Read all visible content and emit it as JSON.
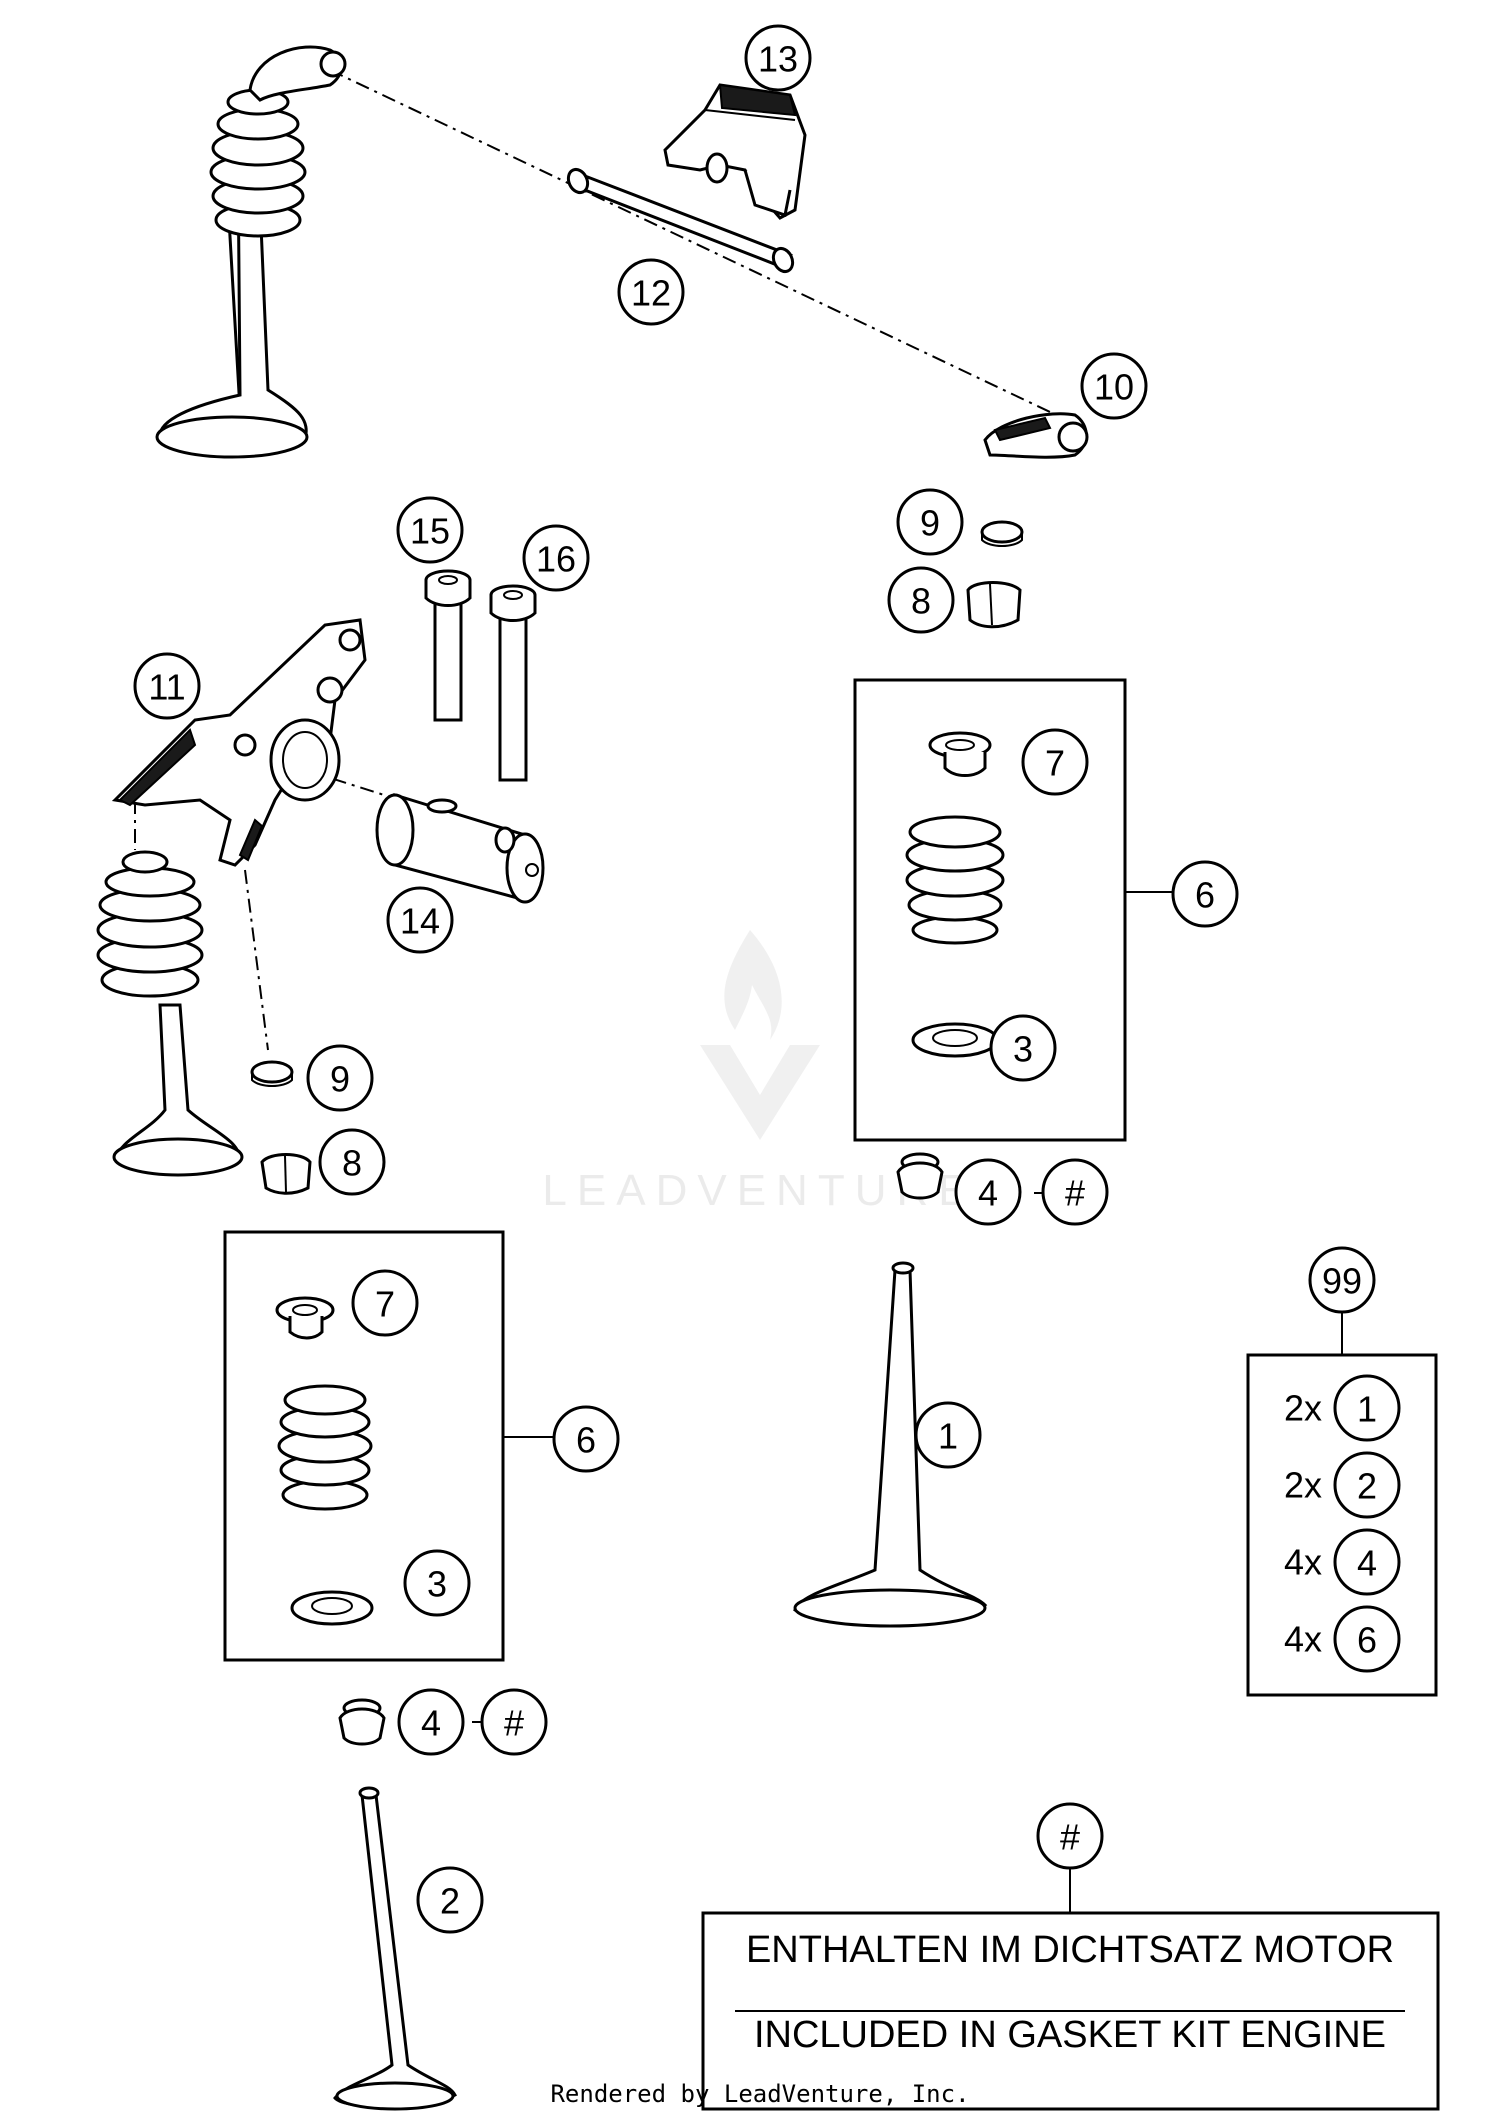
{
  "watermark": {
    "text": "LEADVENTURE"
  },
  "footer": {
    "text": "Rendered by LeadVenture, Inc."
  },
  "note": {
    "ref": "#",
    "line1": "ENTHALTEN IM DICHTSATZ MOTOR",
    "line2": "INCLUDED IN GASKET KIT ENGINE"
  },
  "kit": {
    "ref": "99",
    "items": [
      {
        "qty": "2x",
        "ref": "1"
      },
      {
        "qty": "2x",
        "ref": "2"
      },
      {
        "qty": "4x",
        "ref": "4"
      },
      {
        "qty": "4x",
        "ref": "6"
      }
    ]
  },
  "callouts": [
    {
      "id": "c13",
      "label": "13"
    },
    {
      "id": "c12",
      "label": "12"
    },
    {
      "id": "c10",
      "label": "10"
    },
    {
      "id": "c9a",
      "label": "9"
    },
    {
      "id": "c8a",
      "label": "8"
    },
    {
      "id": "c15",
      "label": "15"
    },
    {
      "id": "c16",
      "label": "16"
    },
    {
      "id": "c11",
      "label": "11"
    },
    {
      "id": "c14",
      "label": "14"
    },
    {
      "id": "c7a",
      "label": "7"
    },
    {
      "id": "c6a",
      "label": "6"
    },
    {
      "id": "c3a",
      "label": "3"
    },
    {
      "id": "c9b",
      "label": "9"
    },
    {
      "id": "c8b",
      "label": "8"
    },
    {
      "id": "c4a",
      "label": "4"
    },
    {
      "id": "c4ah",
      "label": "#"
    },
    {
      "id": "c7b",
      "label": "7"
    },
    {
      "id": "c6b",
      "label": "6"
    },
    {
      "id": "c3b",
      "label": "3"
    },
    {
      "id": "c1",
      "label": "1"
    },
    {
      "id": "c4b",
      "label": "4"
    },
    {
      "id": "c4bh",
      "label": "#"
    },
    {
      "id": "c2",
      "label": "2"
    }
  ]
}
